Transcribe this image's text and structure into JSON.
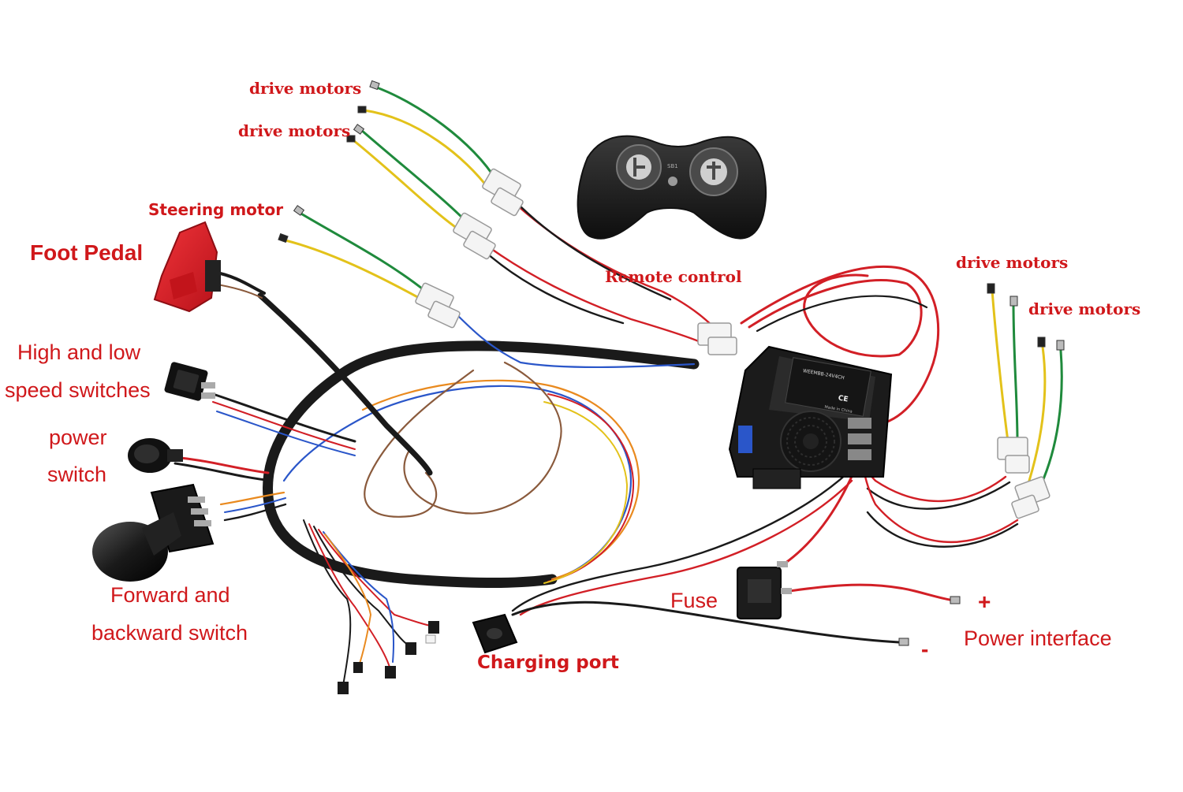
{
  "labels": {
    "drive_motors_1": "drive motors",
    "drive_motors_2": "drive motors",
    "steering_motor": "Steering motor",
    "foot_pedal": "Foot Pedal",
    "remote_control": "Remote control",
    "drive_motors_3": "drive motors",
    "drive_motors_4": "drive motors",
    "high_low_1": "High and low",
    "high_low_2": "speed switches",
    "power_1": "power",
    "power_2": "switch",
    "fwd_1": "Forward and",
    "fwd_2": "backward switch",
    "fuse": "Fuse",
    "plus": "+",
    "minus": "-",
    "power_interface": "Power interface",
    "charging_port": "Charging port"
  },
  "controller_label": {
    "model": "WEEMBB-24V4CH",
    "ce": "CE",
    "made_in": "Made in China"
  },
  "remote_label": "SB1",
  "colors": {
    "label_red": "#d0181b",
    "wire_black": "#1c1c1c",
    "wire_red": "#d21f26",
    "wire_green": "#1f8a3c",
    "wire_yellow": "#e3c21a",
    "wire_blue": "#2a56c9",
    "wire_brown": "#8a5a3c",
    "wire_orange": "#e98a1f",
    "pedal_red": "#e11b22",
    "connector_white": "#f4f4f4",
    "device_black": "#1b1b1b"
  },
  "components": [
    {
      "name": "remote-control",
      "icon": "gamepad-icon"
    },
    {
      "name": "controller-box",
      "icon": "controller-box-icon"
    },
    {
      "name": "foot-pedal",
      "icon": "pedal-icon"
    },
    {
      "name": "high-low-speed-switch",
      "icon": "rocker-switch-icon"
    },
    {
      "name": "power-switch",
      "icon": "round-switch-icon"
    },
    {
      "name": "forward-backward-switch",
      "icon": "shift-knob-icon"
    },
    {
      "name": "fuse",
      "icon": "fuse-icon"
    },
    {
      "name": "charging-port",
      "icon": "charging-port-icon"
    }
  ]
}
